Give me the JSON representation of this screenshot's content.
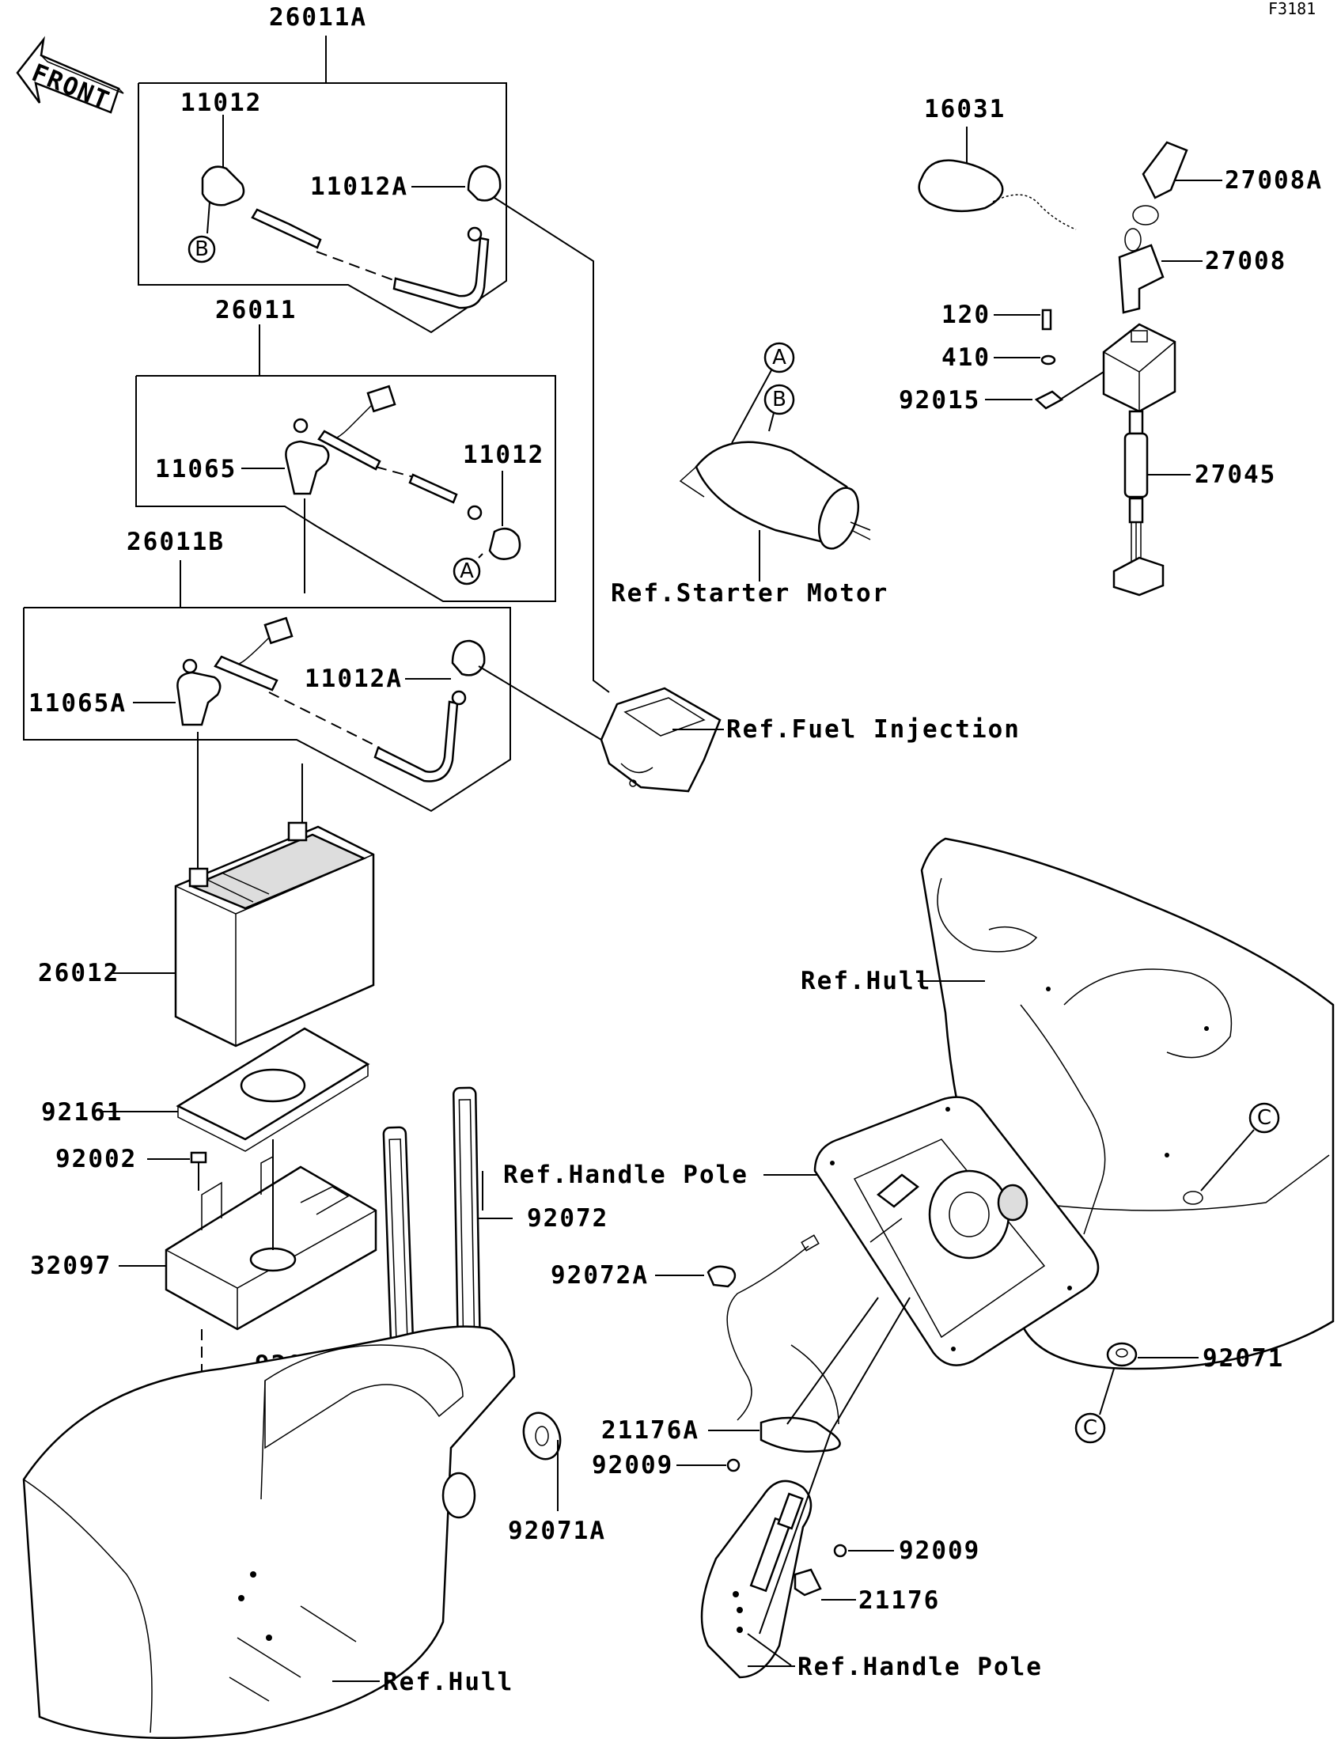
{
  "figure_id": "F3181",
  "front_label": "FRONT",
  "parts": {
    "p26011A": "26011A",
    "p11012_top": "11012",
    "p11012A_top": "11012A",
    "p26011": "26011",
    "p11065": "11065",
    "p11012_mid": "11012",
    "p26011B": "26011B",
    "p11065A": "11065A",
    "p11012A_mid": "11012A",
    "p26012": "26012",
    "p92161": "92161",
    "p92002": "92002",
    "p32097": "32097",
    "p92072_right": "92072",
    "p92072_left": "92072",
    "p92071A": "92071A",
    "p16031": "16031",
    "p27008A": "27008A",
    "p27008": "27008",
    "p120": "120",
    "p410": "410",
    "p92015": "92015",
    "p27045": "27045",
    "p92072A": "92072A",
    "p21176A": "21176A",
    "p92009_left": "92009",
    "p92009_right": "92009",
    "p21176": "21176",
    "p92071": "92071"
  },
  "references": {
    "starter_motor": "Ref.Starter Motor",
    "fuel_injection": "Ref.Fuel Injection",
    "hull_right": "Ref.Hull",
    "handle_pole_top": "Ref.Handle Pole",
    "hull_bottom": "Ref.Hull",
    "handle_pole_bottom": "Ref.Handle Pole"
  },
  "callouts": {
    "b_top": "B",
    "a_mid": "A",
    "a_starter": "A",
    "b_starter": "B",
    "c_hull": "C",
    "c_lower": "C"
  }
}
